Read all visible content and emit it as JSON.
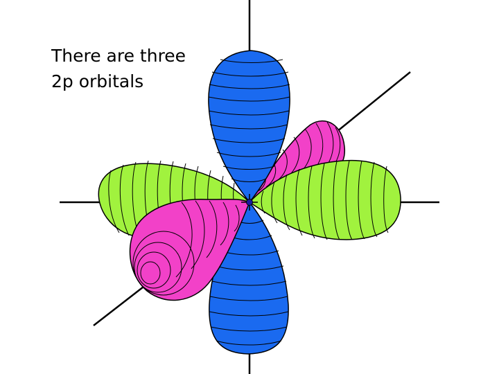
{
  "slide": {
    "title_lines": [
      "There are three",
      "2p orbitals"
    ]
  },
  "colors": {
    "pz_lobe": "#1a6af0",
    "px_lobe": "#a1f23e",
    "py_lobe": "#f241c8",
    "axes": "#000000",
    "nucleus": "#1a1aa0"
  },
  "diagram": {
    "orbitals": [
      {
        "name": "vertical orbital (blue)",
        "lobes": 2,
        "color_key": "pz_lobe"
      },
      {
        "name": "horizontal orbital (green)",
        "lobes": 2,
        "color_key": "px_lobe"
      },
      {
        "name": "diagonal orbital (pink)",
        "lobes": 2,
        "color_key": "py_lobe"
      }
    ],
    "axes": 3,
    "nucleus": "nucleus-dot"
  }
}
